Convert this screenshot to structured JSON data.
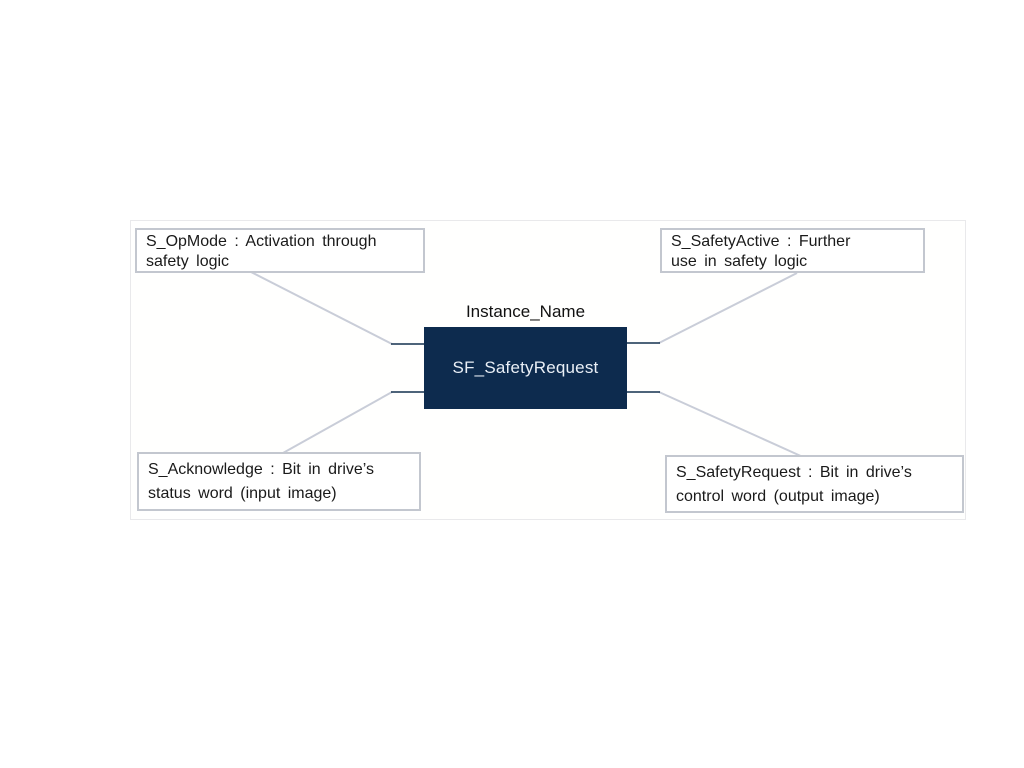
{
  "diagram": {
    "instance_label": "Instance_Name",
    "block": {
      "name": "SF_SafetyRequest"
    },
    "callouts": {
      "top_left": {
        "line1": "S_OpMode : Activation through",
        "line2": "safety logic"
      },
      "top_right": {
        "line1": "S_SafetyActive : Further",
        "line2": "use in safety logic"
      },
      "bottom_left": {
        "line1": "S_Acknowledge : Bit in drive’s",
        "line2": "status word (input image)"
      },
      "bottom_right": {
        "line1": "S_SafetyRequest : Bit in drive’s",
        "line2": "control word (output image)"
      }
    },
    "colors": {
      "block_fill": "#0d2b4e",
      "block_text": "#e9eff6",
      "connector_line": "#c9cdd8",
      "pin_stub": "#14304f",
      "callout_border": "#c3c7cf",
      "frame_border": "#e9e9eb",
      "text": "#1a1a1a"
    }
  }
}
